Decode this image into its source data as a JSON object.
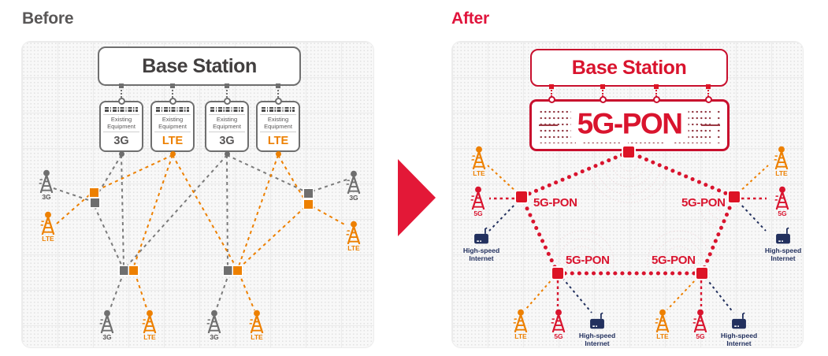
{
  "colors": {
    "red": "#D9142E",
    "orange": "#ED8000",
    "gray": "#595757",
    "navy": "#22305E",
    "arrow_red": "#E31837"
  },
  "before": {
    "title": "Before",
    "base_station_label": "Base Station",
    "equipment_caption": "Existing Equipment",
    "equipment": [
      {
        "label": "3G"
      },
      {
        "label": "LTE"
      },
      {
        "label": "3G"
      },
      {
        "label": "LTE"
      }
    ],
    "towers": [
      {
        "label": "3G"
      },
      {
        "label": "LTE"
      },
      {
        "label": "3G"
      },
      {
        "label": "LTE"
      },
      {
        "label": "3G"
      },
      {
        "label": "LTE"
      },
      {
        "label": "3G"
      },
      {
        "label": "LTE"
      }
    ]
  },
  "after": {
    "title": "After",
    "base_station_label": "Base Station",
    "pon_label": "5G-PON",
    "nodes": [
      {
        "label": "5G-PON"
      },
      {
        "label": "5G-PON"
      },
      {
        "label": "5G-PON"
      },
      {
        "label": "5G-PON"
      }
    ],
    "groups": [
      {
        "items": [
          {
            "label": "LTE"
          },
          {
            "label": "5G"
          },
          {
            "label": "High-speed Internet"
          }
        ]
      },
      {
        "items": [
          {
            "label": "LTE"
          },
          {
            "label": "5G"
          },
          {
            "label": "High-speed Internet"
          }
        ]
      },
      {
        "items": [
          {
            "label": "LTE"
          },
          {
            "label": "5G"
          },
          {
            "label": "High-speed Internet"
          }
        ]
      },
      {
        "items": [
          {
            "label": "LTE"
          },
          {
            "label": "5G"
          },
          {
            "label": "High-speed Internet"
          }
        ]
      }
    ]
  }
}
